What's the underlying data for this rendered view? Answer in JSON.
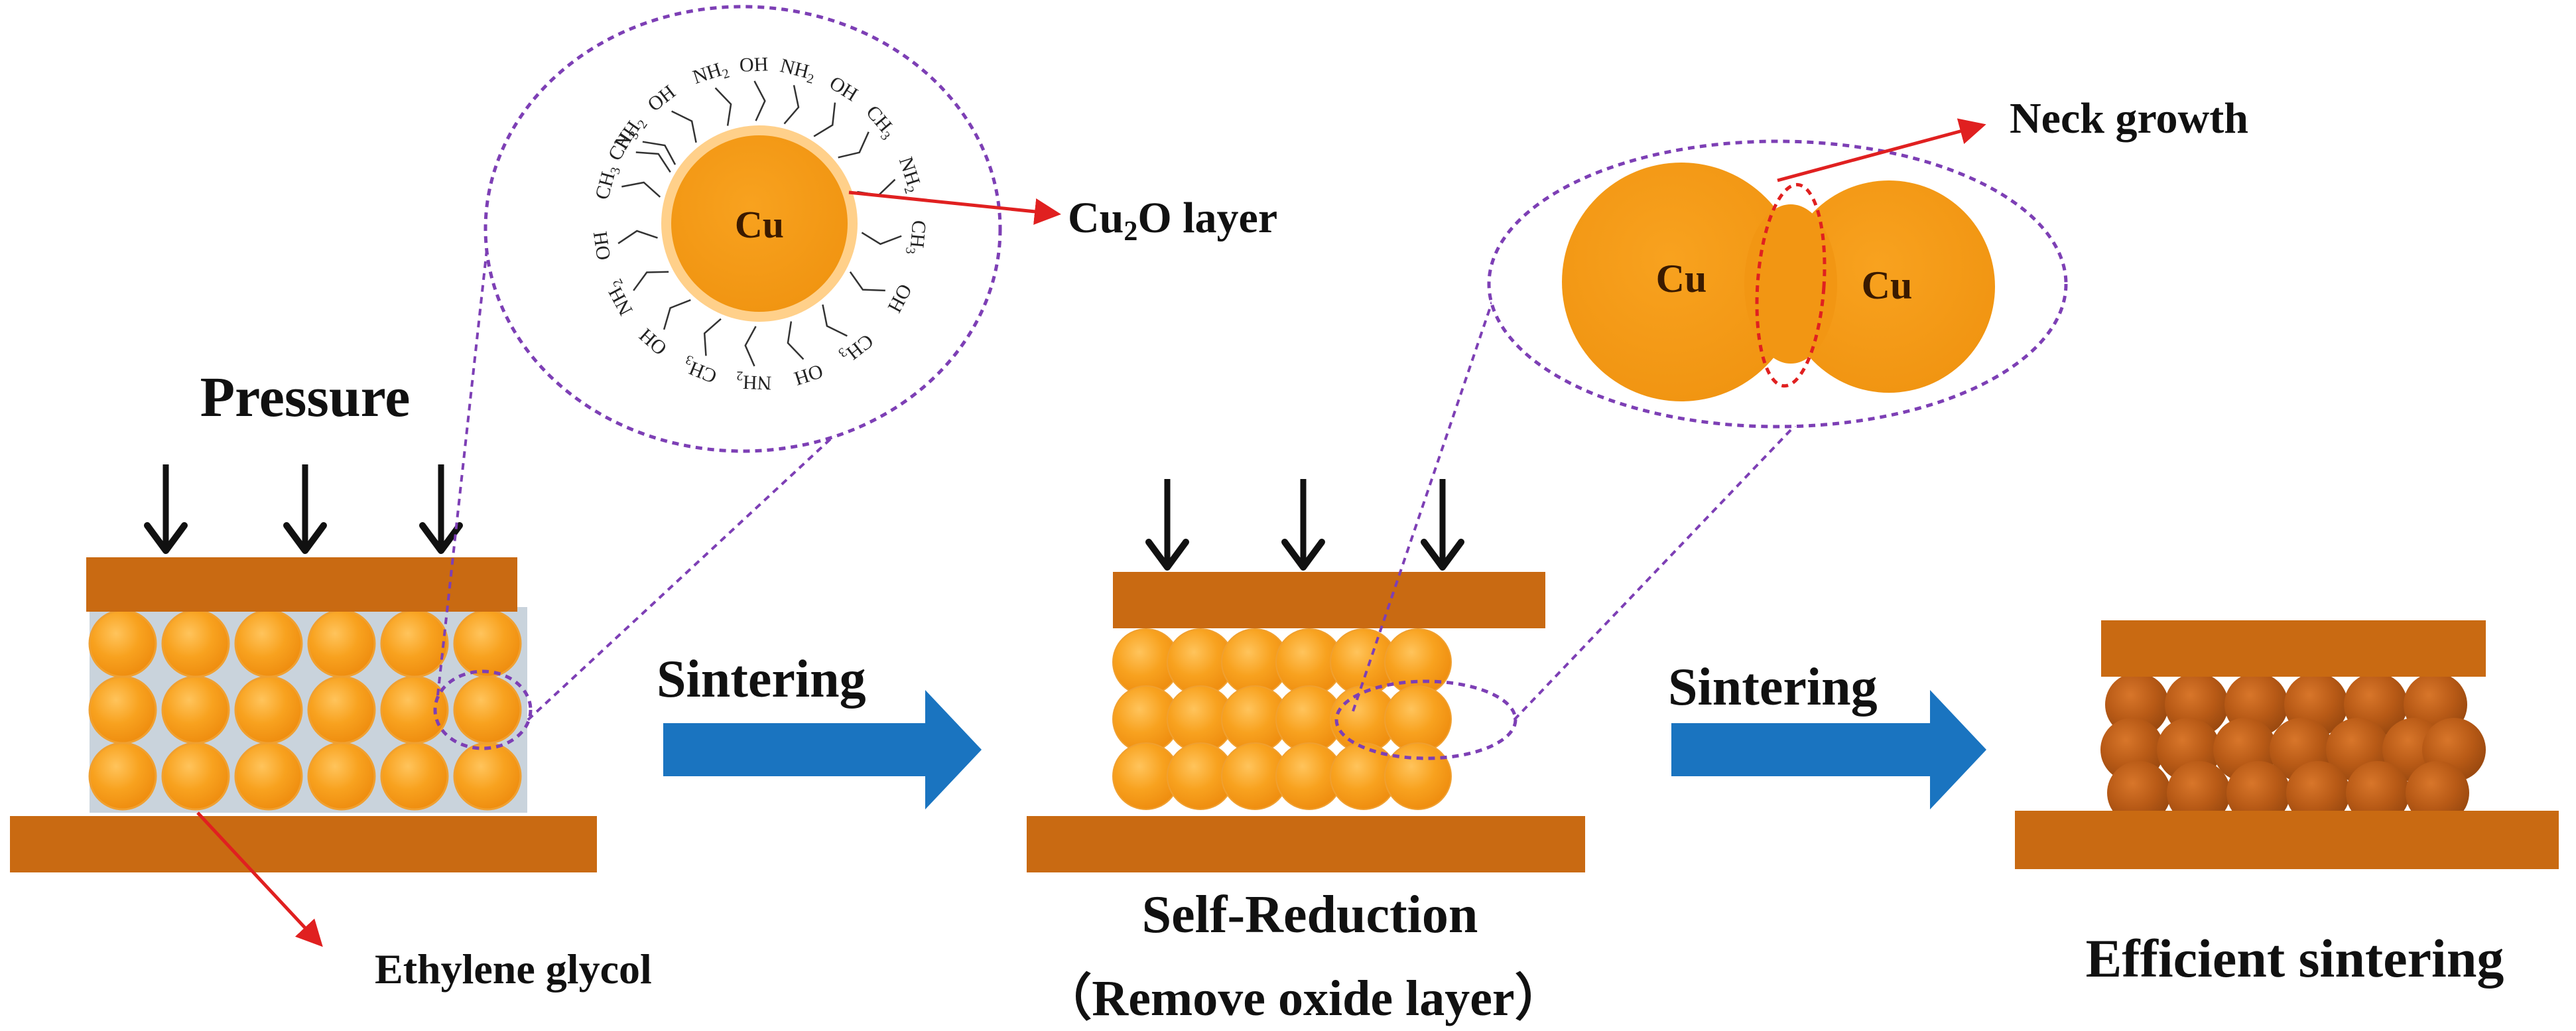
{
  "labels": {
    "pressure": "Pressure",
    "sintering_1": "Sintering",
    "sintering_2": "Sintering",
    "self_reduction": "Self-Reduction",
    "remove_oxide": "（Remove oxide layer）",
    "efficient_sintering": "Efficient sintering",
    "ethylene_glycol": "Ethylene glycol",
    "cu2o_layer_prefix": "Cu",
    "cu2o_layer_sub": "2",
    "cu2o_layer_suffix": "O layer",
    "neck_growth": "Neck growth",
    "cu_center": "Cu",
    "cu_left": "Cu",
    "cu_right": "Cu"
  },
  "ligands": {
    "ch3": "CH",
    "ch3_sub": "3",
    "oh": "OH",
    "nh2": "NH",
    "nh2_sub": "2"
  },
  "colors": {
    "copper_plate": "#c96a12",
    "particle": "#f59a17",
    "particle_highlight": "#ffc45c",
    "particle_sintered": "#b95a14",
    "cu2o_shell": "#ffd08a",
    "binder_fill": "#c9d3dc",
    "arrow_blue": "#1a74c0",
    "arrow_red": "#e02020",
    "dashed_purple": "#7d3fb5",
    "pressure_arrow": "#111111"
  }
}
